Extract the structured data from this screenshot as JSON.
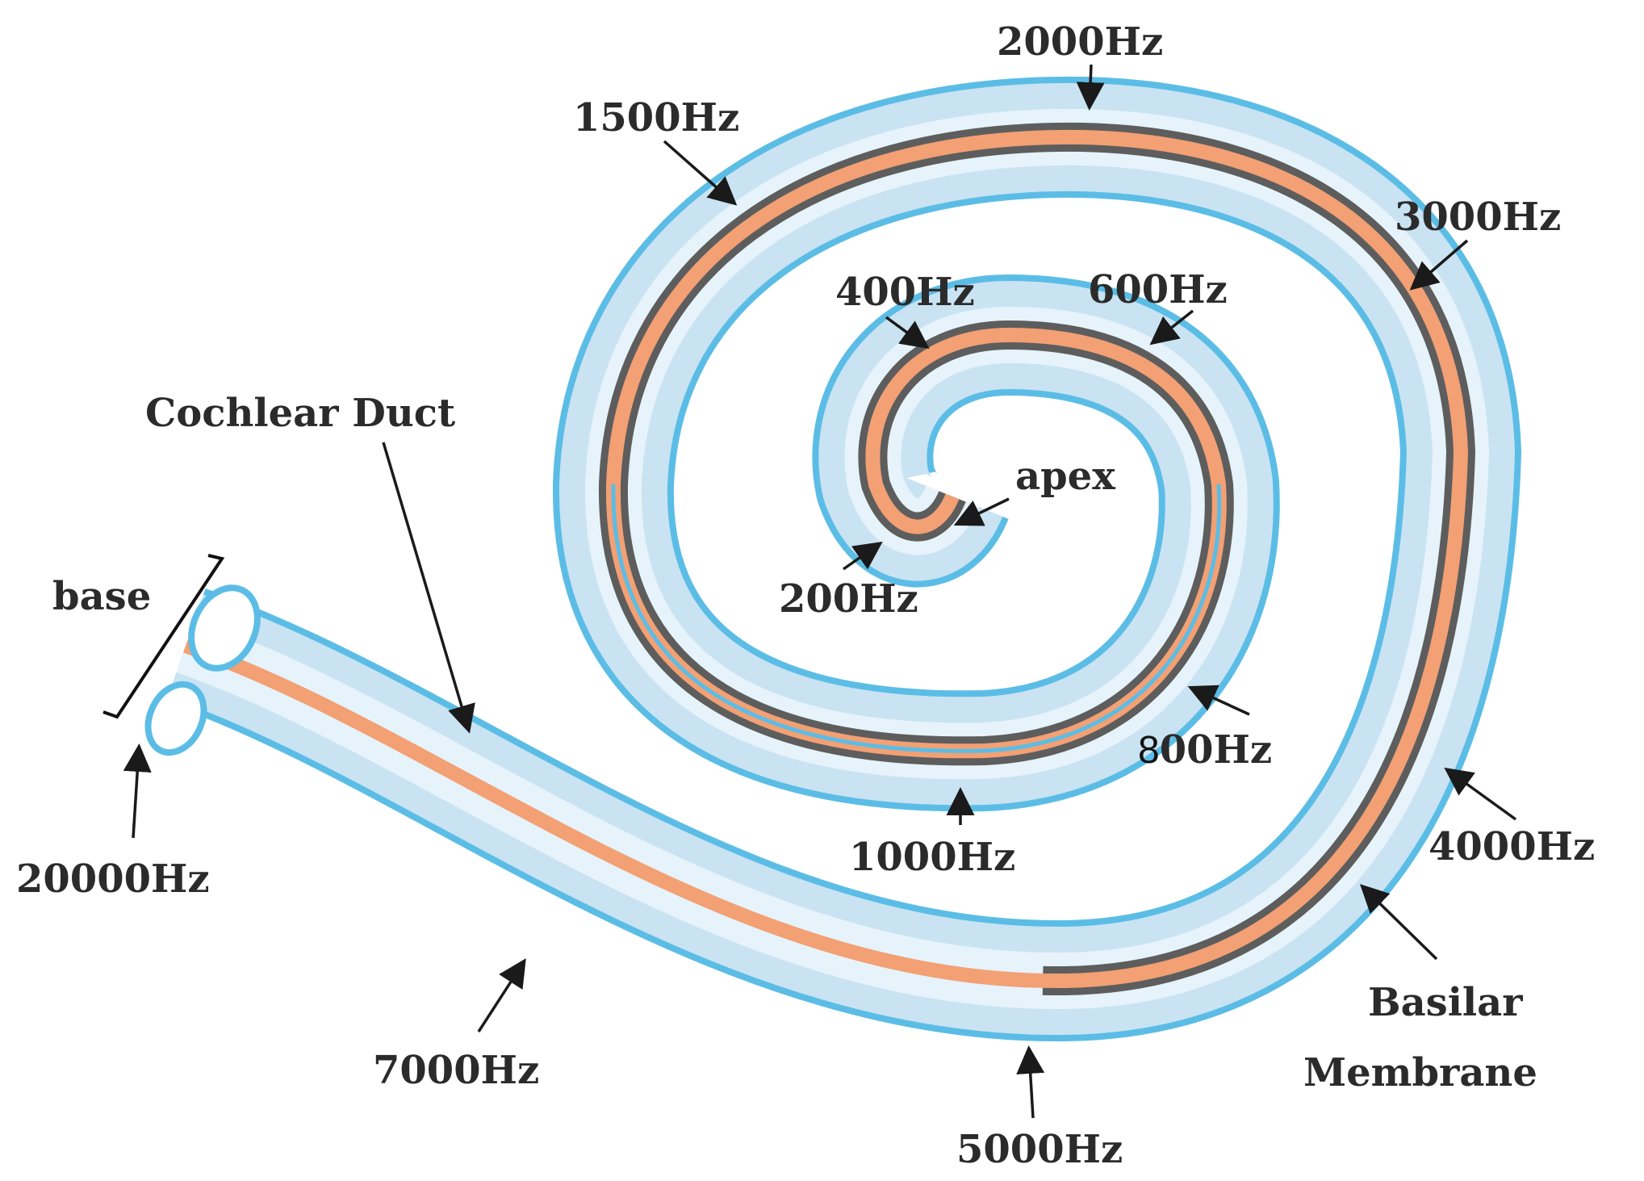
{
  "labels": {
    "cochlear_duct": "Cochlear Duct",
    "base": "base",
    "apex": "apex",
    "basilar_line1": "Basilar",
    "basilar_line2": "Membrane",
    "f20000": "20000Hz",
    "f7000": "7000Hz",
    "f5000": "5000Hz",
    "f4000": "4000Hz",
    "f3000": "3000Hz",
    "f2000": "2000Hz",
    "f1500": "1500Hz",
    "f1000": "1000Hz",
    "f800_digit": "8",
    "f800_rest": "00Hz",
    "f600": "600Hz",
    "f400": "400Hz",
    "f200": "200Hz"
  },
  "colors": {
    "duct_outline": "#5bbde6",
    "duct_fill": "#c9e3f2",
    "duct_gap": "#e6f3fa",
    "basilar_membrane": "#f2a074",
    "dark_band": "#5d5d5d",
    "text": "#2b2b2b",
    "arrow": "#1a1a1a"
  }
}
